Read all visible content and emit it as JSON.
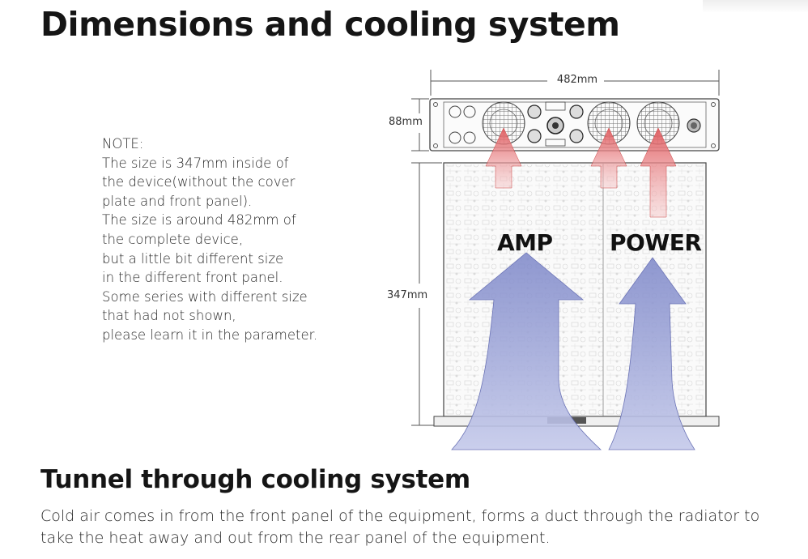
{
  "title": "Dimensions and cooling system",
  "note": {
    "lines": [
      "NOTE:",
      "The size is 347mm inside of",
      "the device(without the cover",
      "plate and front panel).",
      "The size is around 482mm of",
      "the complete device,",
      "but a little bit different size",
      "in the different front panel.",
      "Some series with different size",
      "that had not shown,",
      "please learn it in the parameter."
    ]
  },
  "diagram": {
    "width_label": "482mm",
    "height_label": "88mm",
    "depth_label": "347mm",
    "amp_label": "AMP",
    "power_label": "POWER",
    "colors": {
      "hot_arrow": "#e8666a",
      "cold_arrow": "#8d96cf",
      "outline": "#444444"
    }
  },
  "section": {
    "heading": "Tunnel through cooling system",
    "text_lines": [
      "Cold air comes in from the front panel of the equipment, forms a duct through the radiator to",
      "take the heat away and out from the rear panel of the equipment."
    ]
  }
}
